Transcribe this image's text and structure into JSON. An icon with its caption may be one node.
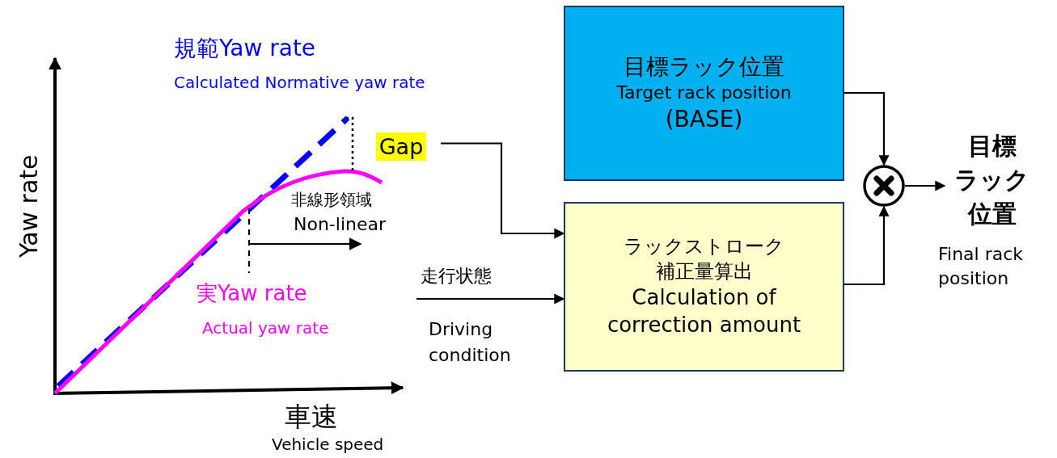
{
  "diagram": {
    "nodes": [
      {
        "text": [
          "Gap"
        ]
      },
      {
        "text": [
          "目標ラック位置",
          "Target rack position",
          "(BASE)"
        ]
      },
      {
        "text": [
          "ラックストローク補正量算出",
          "Calculation of correction amount"
        ]
      },
      {
        "text": [],
        "shape": "circle"
      },
      {
        "text": [
          "目標ラック位置",
          "Final rack position"
        ]
      }
    ],
    "edges": [
      {
        "from": 0,
        "to": 2,
        "arrow": "to"
      },
      {
        "from": null,
        "to": 2,
        "arrow": "to",
        "label": "走行状態"
      },
      {
        "from": 1,
        "to": 3,
        "arrow": "to"
      },
      {
        "from": 2,
        "to": 3,
        "arrow": "to"
      },
      {
        "from": 3,
        "to": 4,
        "arrow": "to"
      }
    ],
    "labels": [
      "規範Yaw rate",
      "Calculated Normative yaw rate",
      "Yaw rate",
      "非線形領域",
      "Non-linear",
      "実Yaw rate",
      "Actual yaw rate",
      "Driving condition",
      "車速",
      "Vehicle speed"
    ]
  }
}
